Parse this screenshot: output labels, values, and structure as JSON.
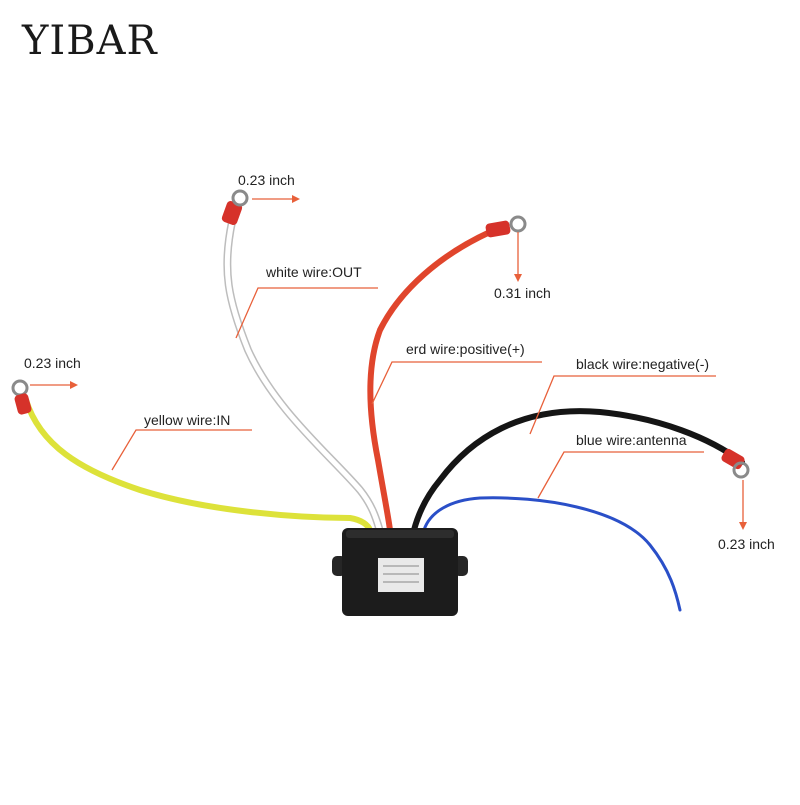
{
  "brand": "YIBAR",
  "colors": {
    "yellow_wire": "#dde23a",
    "white_wire": "#ffffff",
    "red_wire": "#e0452c",
    "black_wire": "#151515",
    "blue_wire": "#2a4fc8",
    "annotation_line": "#e8603a",
    "box": "#1c1c1c"
  },
  "labels": {
    "white_out": "white wire:OUT",
    "red_positive": "erd wire:positive(+)",
    "black_negative": "black wire:negative(-)",
    "yellow_in": "yellow wire:IN",
    "blue_antenna": "blue wire:antenna",
    "size_white": "0.23 inch",
    "size_red": "0.31 inch",
    "size_yellow": "0.23 inch",
    "size_black": "0.23 inch"
  }
}
